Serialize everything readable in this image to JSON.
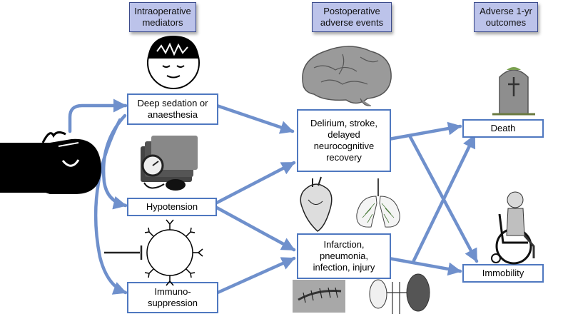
{
  "headers": {
    "intraoperative": "Intraoperative\nmediators",
    "postoperative": "Postoperative\nadverse events",
    "outcomes": "Adverse 1-yr\noutcomes"
  },
  "mediators": {
    "sedation": "Deep sedation or\nanaesthesia",
    "hypotension": "Hypotension",
    "immuno": "Immuno-\nsuppression"
  },
  "events": {
    "delirium": "Delirium, stroke,\ndelayed\nneurocognitive\nrecovery",
    "infarction": "Infarction,\npneumonia,\ninfection, injury"
  },
  "outcomes": {
    "death": "Death",
    "immobility": "Immobility"
  },
  "colors": {
    "arrow": "#6f90cc",
    "box_border": "#4f78c0",
    "header_fill": "#bcc3ea"
  }
}
